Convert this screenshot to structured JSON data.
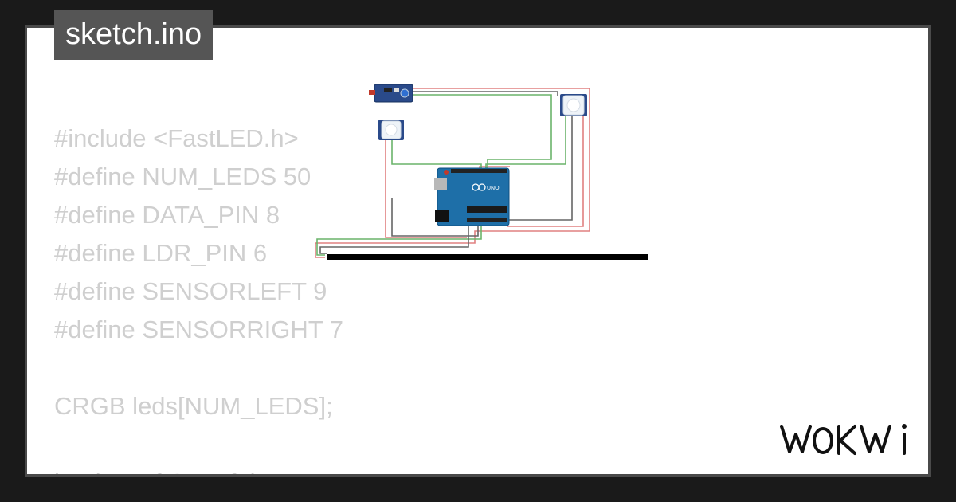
{
  "window": {
    "title": "sketch.ino"
  },
  "code": {
    "lines": [
      "#include <FastLED.h>",
      "#define NUM_LEDS 50",
      "#define DATA_PIN 8",
      "#define LDR_PIN 6",
      "#define SENSORLEFT 9",
      "#define SENSORRIGHT 7",
      "",
      "CRGB leds[NUM_LEDS];",
      "",
      "bool IsLeftOn = false;"
    ]
  },
  "diagram": {
    "components": [
      "ldr-sensor-module",
      "pir-sensor-left",
      "pir-sensor-right",
      "arduino-uno",
      "led-strip"
    ],
    "board_label": "UNO",
    "wire_colors": {
      "red": "#e06060",
      "green": "#5aa85a",
      "gray": "#555555",
      "strip": "#000000"
    }
  },
  "brand": {
    "logo_name": "WOKWI"
  },
  "colors": {
    "background": "#1a1a1a",
    "card": "#ffffff",
    "tab": "#555555",
    "code_text": "#cfcfcf",
    "arduino_blue": "#1e6fa8"
  }
}
